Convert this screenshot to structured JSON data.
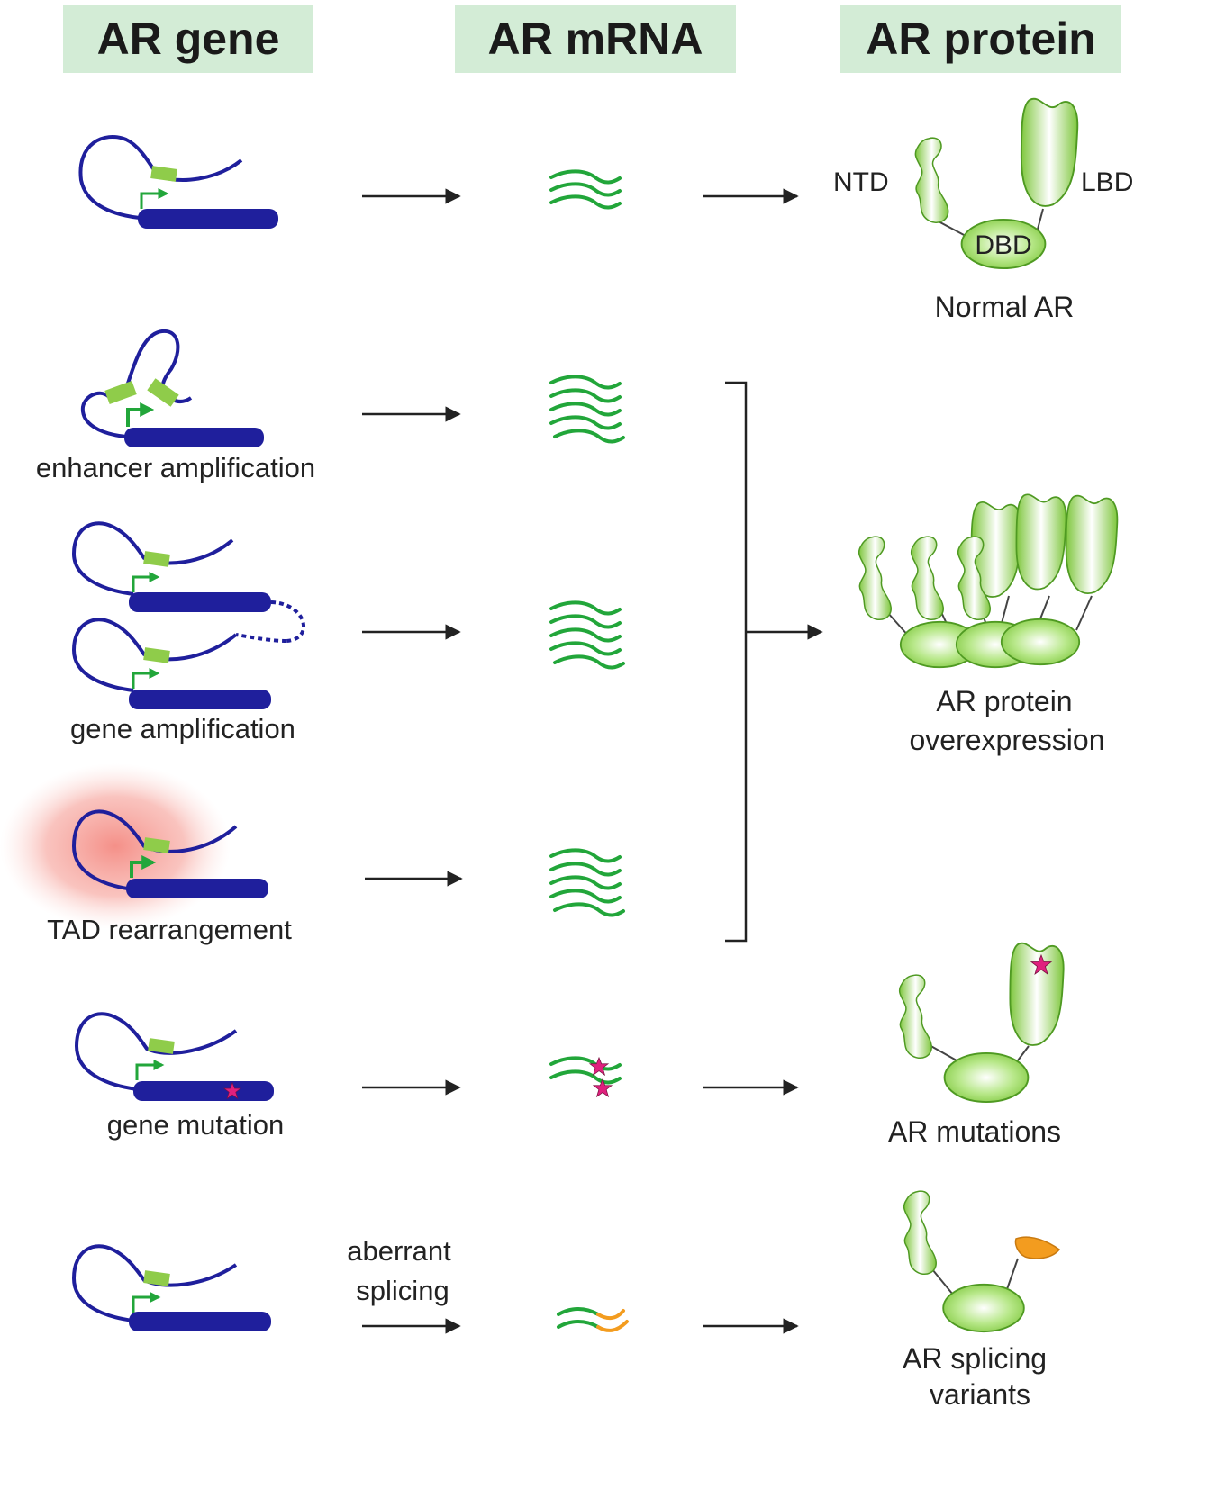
{
  "headers": {
    "gene": "AR gene",
    "mrna": "AR mRNA",
    "protein": "AR protein"
  },
  "domain_labels": {
    "ntd": "NTD",
    "dbd": "DBD",
    "lbd": "LBD"
  },
  "protein_labels": {
    "normal": "Normal AR",
    "overexpression_line1": "AR protein",
    "overexpression_line2": "overexpression",
    "mutations": "AR mutations",
    "splicing_line1": "AR splicing",
    "splicing_line2": "variants"
  },
  "gene_labels": {
    "enhancer": "enhancer amplification",
    "amplification": "gene amplification",
    "tad": "TAD rearrangement",
    "mutation": "gene mutation"
  },
  "process_labels": {
    "splicing_line1": "aberrant",
    "splicing_line2": "splicing"
  },
  "colors": {
    "dna": "#1f1f9c",
    "enhancer": "#8fcc4a",
    "promoter_arrow": "#22a63a",
    "mrna": "#22a63a",
    "protein_fill": "#9fdc5f",
    "protein_stroke": "#5a9e2a",
    "mutation_star": "#e0207e",
    "splice_variant": "#f39c1f",
    "header_bg": "#d3ecd6",
    "tad_glow": "#f48a82"
  }
}
